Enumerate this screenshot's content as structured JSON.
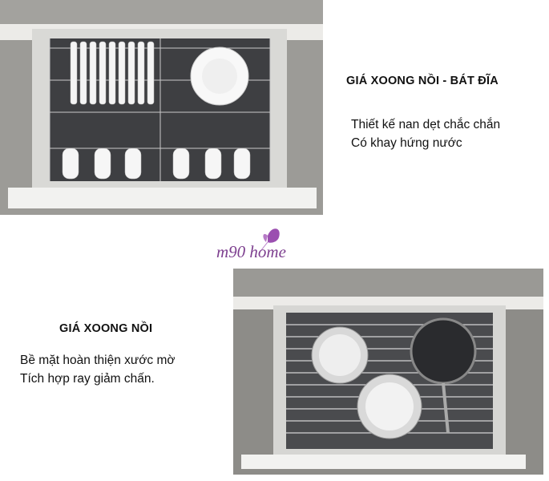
{
  "logo": {
    "text": "m90 home",
    "color": "#7d3f8f"
  },
  "section_top": {
    "title": "GIÁ XOONG NỒI - BÁT ĐĨA",
    "lines": [
      "Thiết kế nan dẹt chắc chắn",
      "Có khay hứng nước"
    ]
  },
  "section_bottom": {
    "title": "GIÁ XOONG NỒI",
    "lines": [
      "Bề mặt hoàn thiện xước mờ",
      "Tích hợp ray giảm chấn."
    ]
  }
}
